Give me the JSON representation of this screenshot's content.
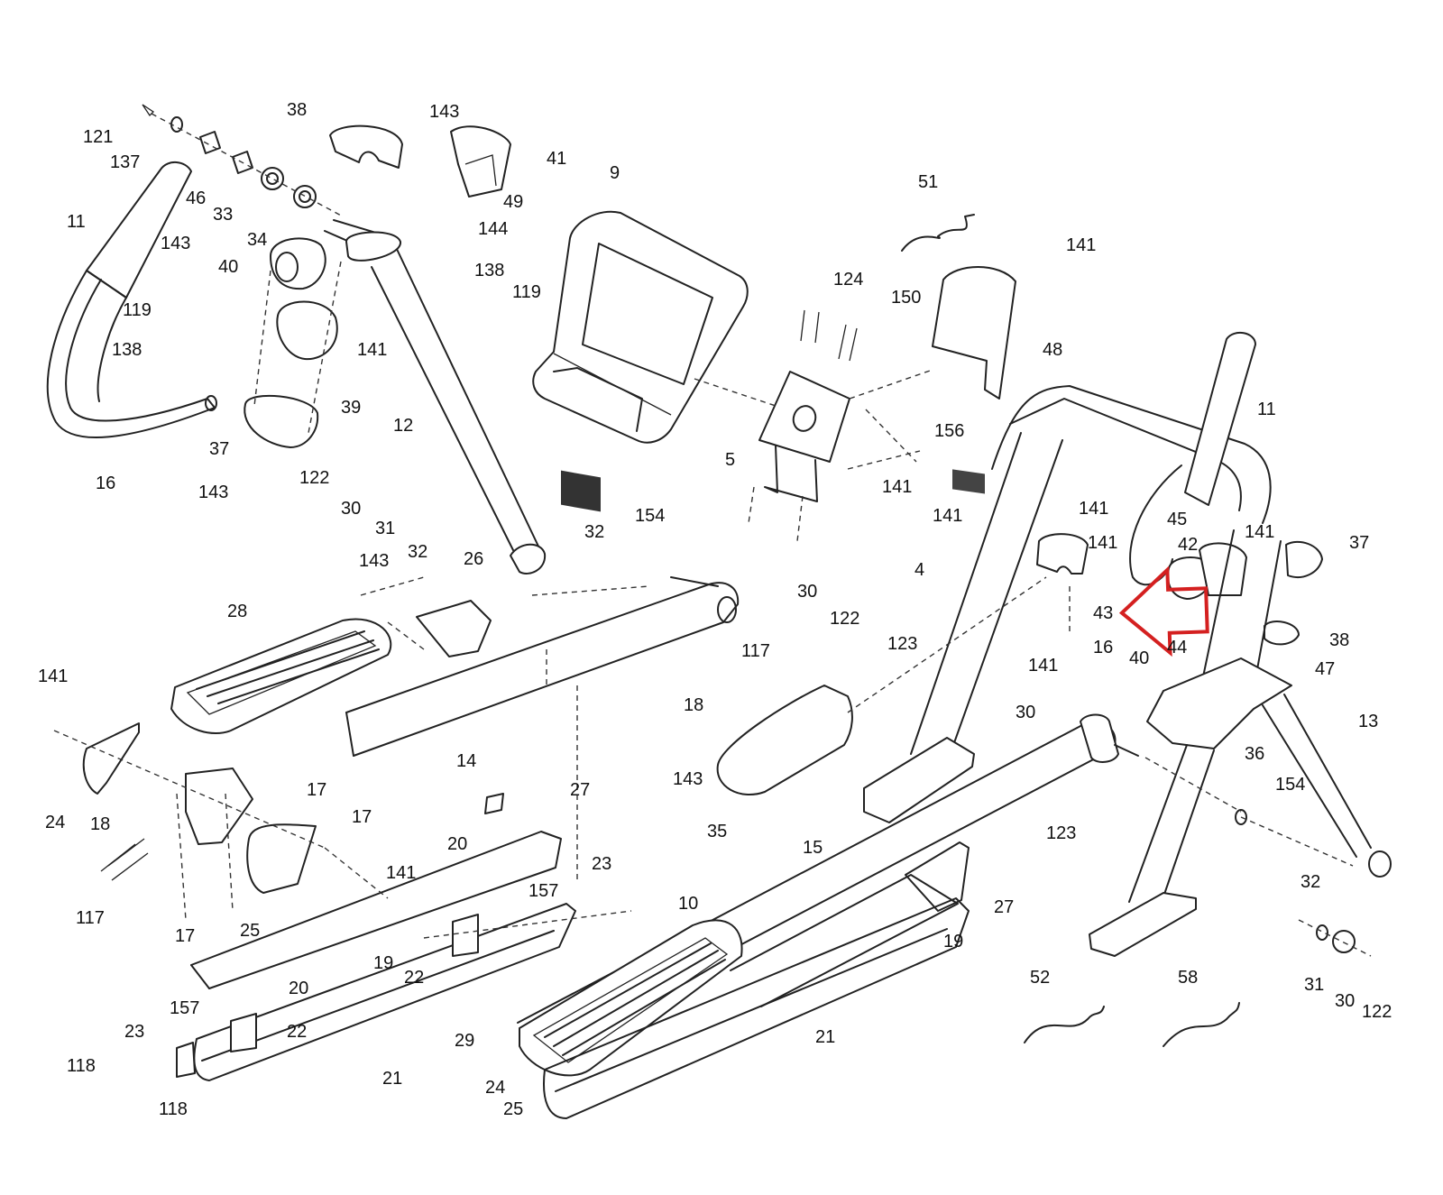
{
  "diagram": {
    "callouts": [
      {
        "id": "l121",
        "text": "121"
      },
      {
        "id": "l137",
        "text": "137"
      },
      {
        "id": "l46",
        "text": "46"
      },
      {
        "id": "l33",
        "text": "33"
      },
      {
        "id": "l34",
        "text": "34"
      },
      {
        "id": "l11a",
        "text": "11"
      },
      {
        "id": "l143a",
        "text": "143"
      },
      {
        "id": "l38a",
        "text": "38"
      },
      {
        "id": "l143b",
        "text": "143"
      },
      {
        "id": "l41",
        "text": "41"
      },
      {
        "id": "l49",
        "text": "49"
      },
      {
        "id": "l144",
        "text": "144"
      },
      {
        "id": "l40a",
        "text": "40"
      },
      {
        "id": "l119a",
        "text": "119"
      },
      {
        "id": "l138a",
        "text": "138"
      },
      {
        "id": "l138b",
        "text": "138"
      },
      {
        "id": "l119b",
        "text": "119"
      },
      {
        "id": "l141a",
        "text": "141"
      },
      {
        "id": "l39",
        "text": "39"
      },
      {
        "id": "l37a",
        "text": "37"
      },
      {
        "id": "l16a",
        "text": "16"
      },
      {
        "id": "l143c",
        "text": "143"
      },
      {
        "id": "l12",
        "text": "12"
      },
      {
        "id": "l122a",
        "text": "122"
      },
      {
        "id": "l30a",
        "text": "30"
      },
      {
        "id": "l31a",
        "text": "31"
      },
      {
        "id": "l32a",
        "text": "32"
      },
      {
        "id": "l32b",
        "text": "32"
      },
      {
        "id": "l9",
        "text": "9"
      },
      {
        "id": "l51",
        "text": "51"
      },
      {
        "id": "l124",
        "text": "124"
      },
      {
        "id": "l150",
        "text": "150"
      },
      {
        "id": "l141b",
        "text": "141"
      },
      {
        "id": "l48",
        "text": "48"
      },
      {
        "id": "l156",
        "text": "156"
      },
      {
        "id": "l5",
        "text": "5"
      },
      {
        "id": "l141c",
        "text": "141"
      },
      {
        "id": "l141d",
        "text": "141"
      },
      {
        "id": "l154a",
        "text": "154"
      },
      {
        "id": "l143d",
        "text": "143"
      },
      {
        "id": "l26",
        "text": "26"
      },
      {
        "id": "l28",
        "text": "28"
      },
      {
        "id": "l30b",
        "text": "30"
      },
      {
        "id": "l122b",
        "text": "122"
      },
      {
        "id": "l117a",
        "text": "117"
      },
      {
        "id": "l18a",
        "text": "18"
      },
      {
        "id": "l14",
        "text": "14"
      },
      {
        "id": "l27a",
        "text": "27"
      },
      {
        "id": "l143e",
        "text": "143"
      },
      {
        "id": "l141e",
        "text": "141"
      },
      {
        "id": "l24a",
        "text": "24"
      },
      {
        "id": "l18b",
        "text": "18"
      },
      {
        "id": "l117b",
        "text": "117"
      },
      {
        "id": "l17a",
        "text": "17"
      },
      {
        "id": "l17b",
        "text": "17"
      },
      {
        "id": "l17c",
        "text": "17"
      },
      {
        "id": "l141f",
        "text": "141"
      },
      {
        "id": "l25a",
        "text": "25"
      },
      {
        "id": "l20a",
        "text": "20"
      },
      {
        "id": "l19a",
        "text": "19"
      },
      {
        "id": "l20b",
        "text": "20"
      },
      {
        "id": "l23a",
        "text": "23"
      },
      {
        "id": "l157a",
        "text": "157"
      },
      {
        "id": "l10",
        "text": "10"
      },
      {
        "id": "l22a",
        "text": "22"
      },
      {
        "id": "l23b",
        "text": "23"
      },
      {
        "id": "l157b",
        "text": "157"
      },
      {
        "id": "l22b",
        "text": "22"
      },
      {
        "id": "l118a",
        "text": "118"
      },
      {
        "id": "l118b",
        "text": "118"
      },
      {
        "id": "l21a",
        "text": "21"
      },
      {
        "id": "l4",
        "text": "4"
      },
      {
        "id": "l11b",
        "text": "11"
      },
      {
        "id": "l141g",
        "text": "141"
      },
      {
        "id": "l141h",
        "text": "141"
      },
      {
        "id": "l45",
        "text": "45"
      },
      {
        "id": "l141i",
        "text": "141"
      },
      {
        "id": "l42",
        "text": "42"
      },
      {
        "id": "l37b",
        "text": "37"
      },
      {
        "id": "l43",
        "text": "43"
      },
      {
        "id": "l16b",
        "text": "16"
      },
      {
        "id": "l40b",
        "text": "40"
      },
      {
        "id": "l44",
        "text": "44"
      },
      {
        "id": "l38b",
        "text": "38"
      },
      {
        "id": "l47",
        "text": "47"
      },
      {
        "id": "l141j",
        "text": "141"
      },
      {
        "id": "l123a",
        "text": "123"
      },
      {
        "id": "l30c",
        "text": "30"
      },
      {
        "id": "l36",
        "text": "36"
      },
      {
        "id": "l13",
        "text": "13"
      },
      {
        "id": "l35",
        "text": "35"
      },
      {
        "id": "l154b",
        "text": "154"
      },
      {
        "id": "l123b",
        "text": "123"
      },
      {
        "id": "l15",
        "text": "15"
      },
      {
        "id": "l32c",
        "text": "32"
      },
      {
        "id": "l27b",
        "text": "27"
      },
      {
        "id": "l19b",
        "text": "19"
      },
      {
        "id": "l31b",
        "text": "31"
      },
      {
        "id": "l30d",
        "text": "30"
      },
      {
        "id": "l122c",
        "text": "122"
      },
      {
        "id": "l52",
        "text": "52"
      },
      {
        "id": "l58",
        "text": "58"
      },
      {
        "id": "l29",
        "text": "29"
      },
      {
        "id": "l21b",
        "text": "21"
      },
      {
        "id": "l24b",
        "text": "24"
      },
      {
        "id": "l25b",
        "text": "25"
      }
    ],
    "highlight_color": "#d42020",
    "line_color": "#222222"
  }
}
